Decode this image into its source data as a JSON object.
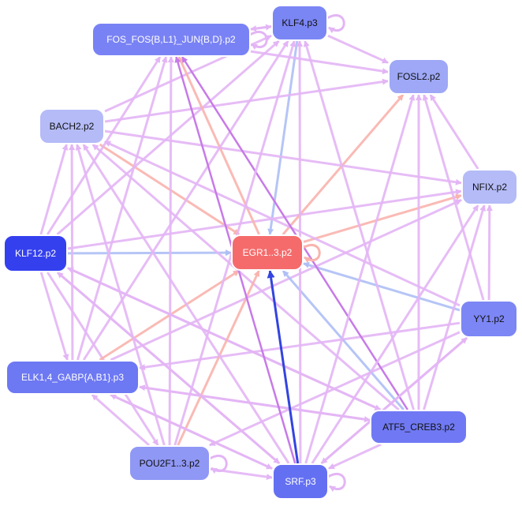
{
  "diagram": {
    "palette": {
      "violet_edge": "#e3b5f5",
      "violet_strong": "#c77ae8",
      "salmon_edge": "#f9b3ad",
      "blue_edge": "#aebff5",
      "blue_strong": "#3344e0",
      "node_white_text": "#ffffff",
      "node_dark_text": "#111111"
    },
    "nodes": [
      {
        "id": "klf4",
        "label": "KLF4.p3",
        "fill": "#7b86f5",
        "text_color": "#111111"
      },
      {
        "id": "fos",
        "label": "FOS_FOS{B,L1}_JUN{B,D}.p2",
        "fill": "#7982f4",
        "text_color": "#ffffff"
      },
      {
        "id": "fosl2",
        "label": "FOSL2.p2",
        "fill": "#9ea8f6",
        "text_color": "#111111"
      },
      {
        "id": "bach2",
        "label": "BACH2.p2",
        "fill": "#b4bbf7",
        "text_color": "#111111"
      },
      {
        "id": "nfix",
        "label": "NFIX.p2",
        "fill": "#b4bbf7",
        "text_color": "#111111"
      },
      {
        "id": "klf12",
        "label": "KLF12.p2",
        "fill": "#3440ee",
        "text_color": "#ffffff"
      },
      {
        "id": "egr1",
        "label": "EGR1..3.p2",
        "fill": "#f56b6b",
        "text_color": "#ffffff"
      },
      {
        "id": "yy1",
        "label": "YY1.p2",
        "fill": "#7c86f5",
        "text_color": "#111111"
      },
      {
        "id": "elk1",
        "label": "ELK1,4_GABP{A,B1}.p3",
        "fill": "#6d78f3",
        "text_color": "#ffffff"
      },
      {
        "id": "atf5",
        "label": "ATF5_CREB3.p2",
        "fill": "#7079f3",
        "text_color": "#111111"
      },
      {
        "id": "pou2f1",
        "label": "POU2F1..3.p2",
        "fill": "#9098f5",
        "text_color": "#111111"
      },
      {
        "id": "srf",
        "label": "SRF.p3",
        "fill": "#6470f2",
        "text_color": "#ffffff"
      }
    ],
    "edges": [
      {
        "from": "klf4",
        "to": "fos",
        "color": "violet_edge"
      },
      {
        "from": "klf4",
        "to": "fosl2",
        "color": "violet_edge"
      },
      {
        "from": "klf4",
        "to": "egr1",
        "color": "blue_edge"
      },
      {
        "from": "fos",
        "to": "fosl2",
        "color": "violet_edge"
      },
      {
        "from": "fos",
        "to": "klf4",
        "color": "violet_edge"
      },
      {
        "from": "bach2",
        "to": "klf4",
        "color": "violet_edge"
      },
      {
        "from": "bach2",
        "to": "fosl2",
        "color": "violet_edge"
      },
      {
        "from": "bach2",
        "to": "nfix",
        "color": "violet_edge"
      },
      {
        "from": "bach2",
        "to": "egr1",
        "color": "salmon_edge"
      },
      {
        "from": "klf12",
        "to": "fos",
        "color": "violet_edge"
      },
      {
        "from": "klf12",
        "to": "klf4",
        "color": "violet_edge"
      },
      {
        "from": "klf12",
        "to": "bach2",
        "color": "violet_edge"
      },
      {
        "from": "klf12",
        "to": "egr1",
        "color": "blue_edge"
      },
      {
        "from": "klf12",
        "to": "nfix",
        "color": "violet_edge"
      },
      {
        "from": "klf12",
        "to": "elk1",
        "color": "violet_edge"
      },
      {
        "from": "klf12",
        "to": "srf",
        "color": "violet_edge"
      },
      {
        "from": "klf12",
        "to": "atf5",
        "color": "violet_edge"
      },
      {
        "from": "klf12",
        "to": "pou2f1",
        "color": "violet_edge"
      },
      {
        "from": "egr1",
        "to": "fosl2",
        "color": "salmon_edge"
      },
      {
        "from": "egr1",
        "to": "nfix",
        "color": "salmon_edge"
      },
      {
        "from": "egr1",
        "to": "fos",
        "color": "salmon_edge"
      },
      {
        "from": "yy1",
        "to": "egr1",
        "color": "blue_edge"
      },
      {
        "from": "yy1",
        "to": "nfix",
        "color": "violet_edge"
      },
      {
        "from": "yy1",
        "to": "bach2",
        "color": "violet_edge"
      },
      {
        "from": "yy1",
        "to": "elk1",
        "color": "violet_edge"
      },
      {
        "from": "yy1",
        "to": "srf",
        "color": "violet_edge"
      },
      {
        "from": "yy1",
        "to": "pou2f1",
        "color": "violet_edge"
      },
      {
        "from": "elk1",
        "to": "klf4",
        "color": "violet_edge"
      },
      {
        "from": "elk1",
        "to": "fos",
        "color": "violet_edge"
      },
      {
        "from": "elk1",
        "to": "egr1",
        "color": "salmon_edge"
      },
      {
        "from": "elk1",
        "to": "nfix",
        "color": "violet_edge"
      },
      {
        "from": "elk1",
        "to": "atf5",
        "color": "violet_edge"
      },
      {
        "from": "elk1",
        "to": "srf",
        "color": "violet_edge"
      },
      {
        "from": "elk1",
        "to": "bach2",
        "color": "violet_edge"
      },
      {
        "from": "atf5",
        "to": "egr1",
        "color": "blue_edge"
      },
      {
        "from": "atf5",
        "to": "klf4",
        "color": "violet_edge"
      },
      {
        "from": "atf5",
        "to": "fos",
        "color": "violet_strong"
      },
      {
        "from": "atf5",
        "to": "fosl2",
        "color": "violet_edge"
      },
      {
        "from": "atf5",
        "to": "bach2",
        "color": "violet_edge"
      },
      {
        "from": "atf5",
        "to": "elk1",
        "color": "violet_edge"
      },
      {
        "from": "atf5",
        "to": "srf",
        "color": "violet_edge"
      },
      {
        "from": "atf5",
        "to": "klf12",
        "color": "violet_edge"
      },
      {
        "from": "pou2f1",
        "to": "egr1",
        "color": "salmon_edge"
      },
      {
        "from": "pou2f1",
        "to": "klf4",
        "color": "violet_edge"
      },
      {
        "from": "pou2f1",
        "to": "fos",
        "color": "violet_edge"
      },
      {
        "from": "pou2f1",
        "to": "srf",
        "color": "violet_edge"
      },
      {
        "from": "pou2f1",
        "to": "bach2",
        "color": "violet_edge"
      },
      {
        "from": "pou2f1",
        "to": "elk1",
        "color": "violet_edge"
      },
      {
        "from": "srf",
        "to": "egr1",
        "color": "blue_strong"
      },
      {
        "from": "srf",
        "to": "klf4",
        "color": "violet_edge"
      },
      {
        "from": "srf",
        "to": "fos",
        "color": "violet_strong"
      },
      {
        "from": "srf",
        "to": "fosl2",
        "color": "violet_edge"
      },
      {
        "from": "srf",
        "to": "nfix",
        "color": "violet_edge"
      },
      {
        "from": "srf",
        "to": "yy1",
        "color": "violet_edge"
      },
      {
        "from": "srf",
        "to": "elk1",
        "color": "violet_edge"
      },
      {
        "from": "srf",
        "to": "klf12",
        "color": "violet_edge"
      },
      {
        "from": "srf",
        "to": "bach2",
        "color": "violet_edge"
      },
      {
        "from": "nfix",
        "to": "fosl2",
        "color": "violet_edge"
      },
      {
        "from": "yy1",
        "to": "fosl2",
        "color": "violet_edge"
      },
      {
        "from": "atf5",
        "to": "nfix",
        "color": "violet_edge"
      }
    ],
    "self_loops": [
      "klf4",
      "fos",
      "egr1",
      "pou2f1",
      "srf"
    ]
  }
}
